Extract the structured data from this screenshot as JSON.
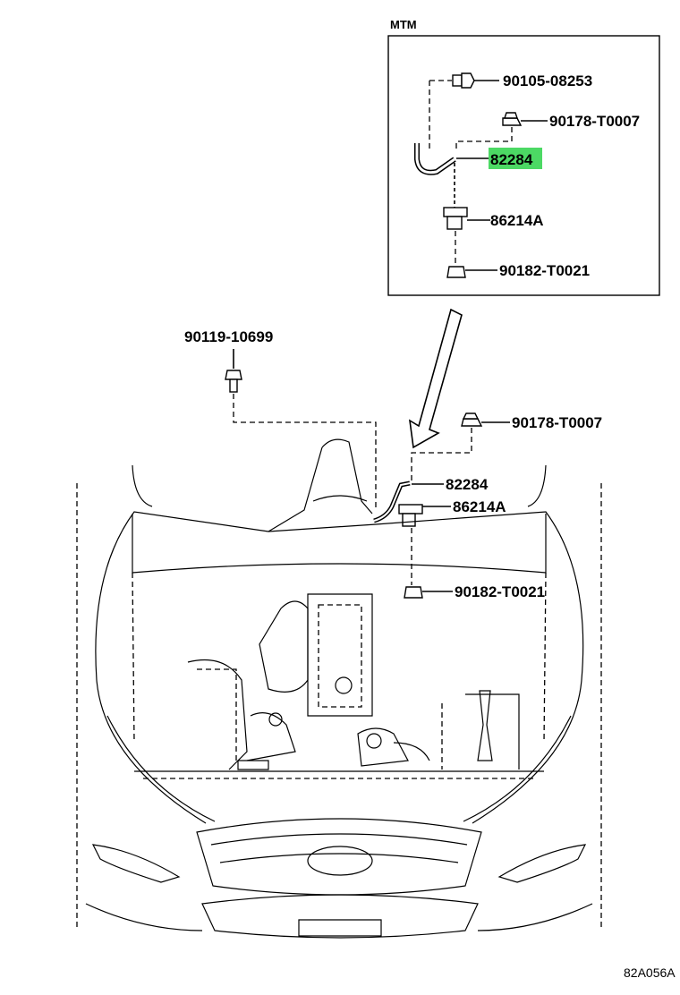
{
  "inset": {
    "title": "MTM",
    "labels": {
      "bolt": "90105-08253",
      "nut_top": "90178-T0007",
      "hose": "82284",
      "bracket": "86214A",
      "clip": "90182-T0021"
    },
    "highlight_color": "#4cd964"
  },
  "main": {
    "labels": {
      "bolt": "90119-10699",
      "nut_top": "90178-T0007",
      "hose": "82284",
      "bracket": "86214A",
      "clip": "90182-T0021"
    }
  },
  "diagram_code": "82A056A"
}
